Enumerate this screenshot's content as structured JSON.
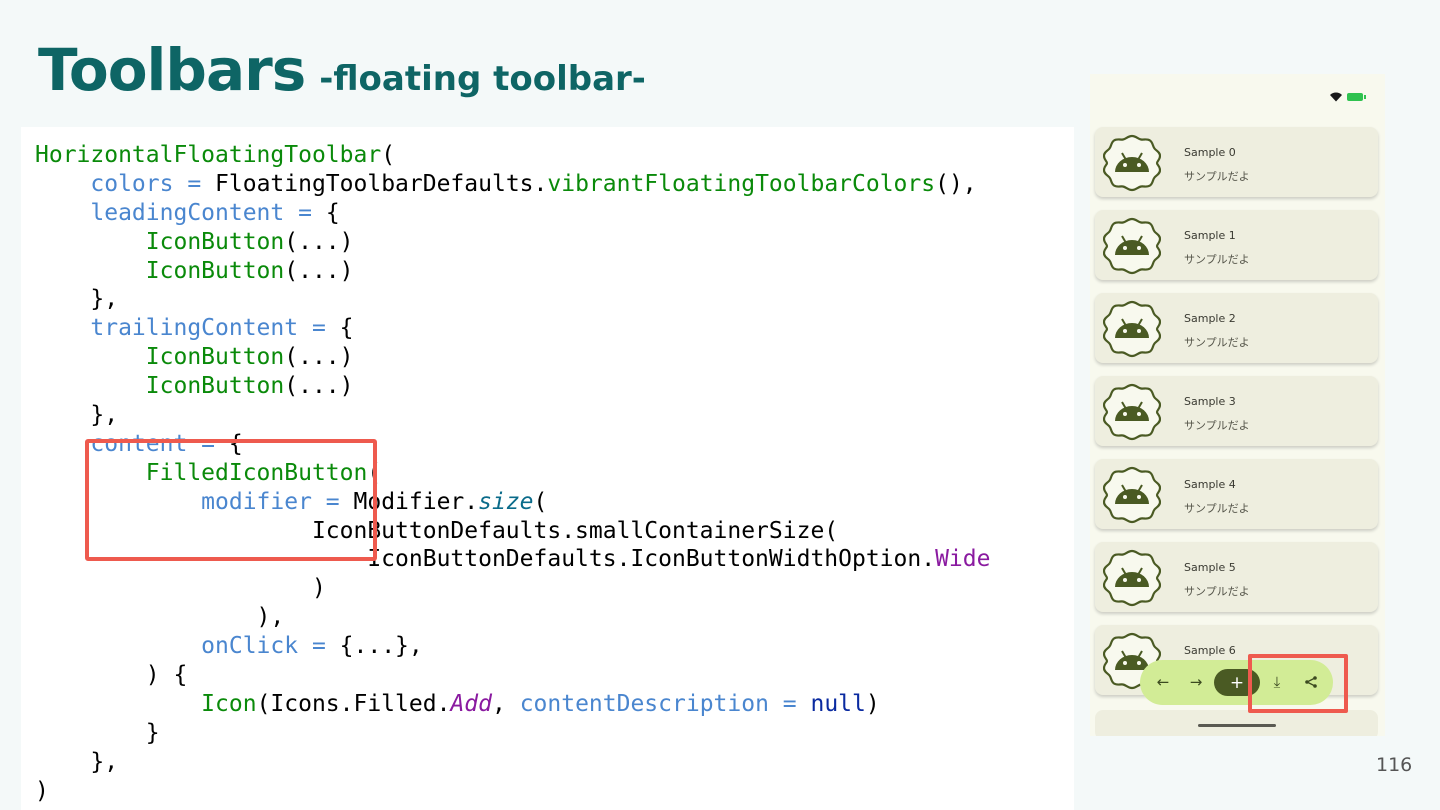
{
  "title": {
    "main": "Toolbars",
    "sub": "-floating toolbar-"
  },
  "code": [
    [
      [
        "fn",
        "HorizontalFloatingToolbar"
      ],
      [
        "plain",
        "("
      ]
    ],
    [
      [
        "plain",
        "    "
      ],
      [
        "param",
        "colors"
      ],
      [
        "op",
        " = "
      ],
      [
        "plain",
        "FloatingToolbarDefaults."
      ],
      [
        "fn",
        "vibrantFloatingToolbarColors"
      ],
      [
        "plain",
        "(),"
      ]
    ],
    [
      [
        "plain",
        "    "
      ],
      [
        "param",
        "leadingContent"
      ],
      [
        "op",
        " = "
      ],
      [
        "plain",
        "{"
      ]
    ],
    [
      [
        "plain",
        "        "
      ],
      [
        "fn",
        "IconButton"
      ],
      [
        "plain",
        "(...)"
      ]
    ],
    [
      [
        "plain",
        "        "
      ],
      [
        "fn",
        "IconButton"
      ],
      [
        "plain",
        "(...)"
      ]
    ],
    [
      [
        "plain",
        "    },"
      ]
    ],
    [
      [
        "plain",
        "    "
      ],
      [
        "param",
        "trailingContent"
      ],
      [
        "op",
        " = "
      ],
      [
        "plain",
        "{"
      ]
    ],
    [
      [
        "plain",
        "        "
      ],
      [
        "fn",
        "IconButton"
      ],
      [
        "plain",
        "(...)"
      ]
    ],
    [
      [
        "plain",
        "        "
      ],
      [
        "fn",
        "IconButton"
      ],
      [
        "plain",
        "(...)"
      ]
    ],
    [
      [
        "plain",
        "    },"
      ]
    ],
    [
      [
        "plain",
        "    "
      ],
      [
        "param",
        "content"
      ],
      [
        "op",
        " = "
      ],
      [
        "plain",
        "{"
      ]
    ],
    [
      [
        "plain",
        "        "
      ],
      [
        "fn",
        "FilledIconButton"
      ],
      [
        "plain",
        "("
      ]
    ],
    [
      [
        "plain",
        "            "
      ],
      [
        "param",
        "modifier"
      ],
      [
        "op",
        " = "
      ],
      [
        "plain",
        "Modifier."
      ],
      [
        "italic",
        "size"
      ],
      [
        "plain",
        "("
      ]
    ],
    [
      [
        "plain",
        "                    IconButtonDefaults.smallContainerSize("
      ]
    ],
    [
      [
        "plain",
        "                        IconButtonDefaults.IconButtonWidthOption."
      ],
      [
        "const",
        "Wide"
      ]
    ],
    [
      [
        "plain",
        "                    )"
      ]
    ],
    [
      [
        "plain",
        "                ),"
      ]
    ],
    [
      [
        "plain",
        "            "
      ],
      [
        "param",
        "onClick"
      ],
      [
        "op",
        " = "
      ],
      [
        "plain",
        "{...},"
      ]
    ],
    [
      [
        "plain",
        "        ) {"
      ]
    ],
    [
      [
        "plain",
        "            "
      ],
      [
        "fn",
        "Icon"
      ],
      [
        "plain",
        "(Icons.Filled."
      ],
      [
        "add",
        "Add"
      ],
      [
        "plain",
        ", "
      ],
      [
        "param",
        "contentDescription"
      ],
      [
        "op",
        " = "
      ],
      [
        "kw",
        "null"
      ],
      [
        "plain",
        ")"
      ]
    ],
    [
      [
        "plain",
        "        }"
      ]
    ],
    [
      [
        "plain",
        "    },"
      ]
    ],
    [
      [
        "plain",
        ")"
      ]
    ]
  ],
  "phone": {
    "cards": [
      {
        "title": "Sample 0",
        "subtitle": "サンプルだよ"
      },
      {
        "title": "Sample 1",
        "subtitle": "サンプルだよ"
      },
      {
        "title": "Sample 2",
        "subtitle": "サンプルだよ"
      },
      {
        "title": "Sample 3",
        "subtitle": "サンプルだよ"
      },
      {
        "title": "Sample 4",
        "subtitle": "サンプルだよ"
      },
      {
        "title": "Sample 5",
        "subtitle": "サンプルだよ"
      },
      {
        "title": "Sample 6",
        "subtitle": ""
      }
    ],
    "toolbar": {
      "back": "←",
      "forward": "→",
      "add": "+",
      "download": "⤓",
      "share": "<"
    }
  },
  "page_number": "116"
}
